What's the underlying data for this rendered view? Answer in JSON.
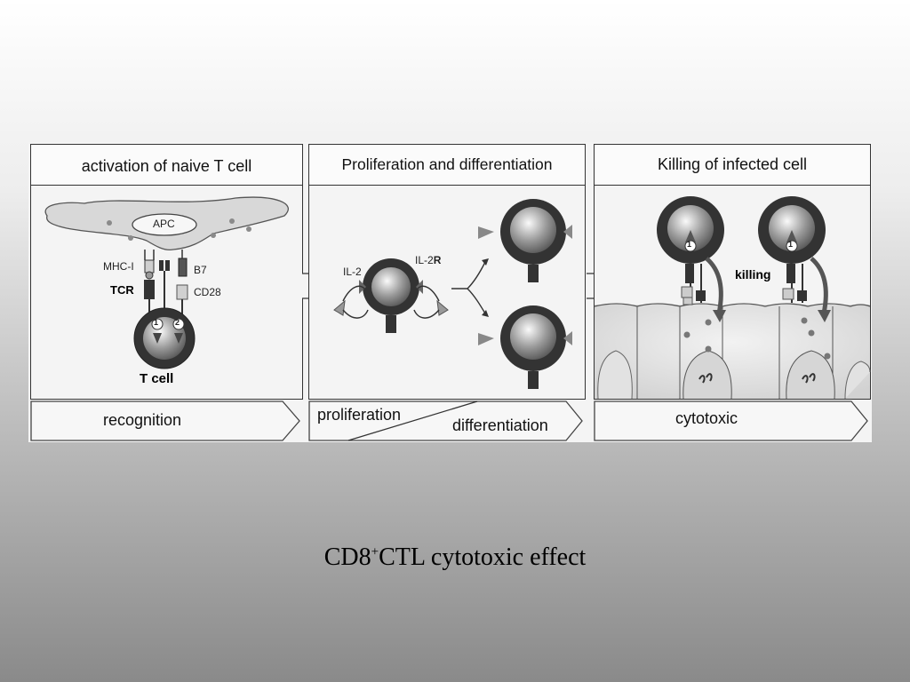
{
  "panels": [
    {
      "title": "activation of naive T cell",
      "arrow_label": "recognition"
    },
    {
      "title": "Proliferation and differentiation",
      "arrow_label_a": "proliferation",
      "arrow_label_b": "differentiation"
    },
    {
      "title": "Killing of infected cell",
      "arrow_label": "cytotoxic"
    }
  ],
  "labels": {
    "apc": "APC",
    "mhc": "MHC-I",
    "tcr": "TCR",
    "b7": "B7",
    "cd28": "CD28",
    "tcell": "T cell",
    "il2": "IL-2",
    "il2r_prefix": "IL-2",
    "il2r_suffix": "R",
    "killing": "killing",
    "signal1": "1",
    "signal2": "2"
  },
  "caption": {
    "prefix": "CD8",
    "superscript": "+",
    "suffix": "CTL cytotoxic effect"
  }
}
